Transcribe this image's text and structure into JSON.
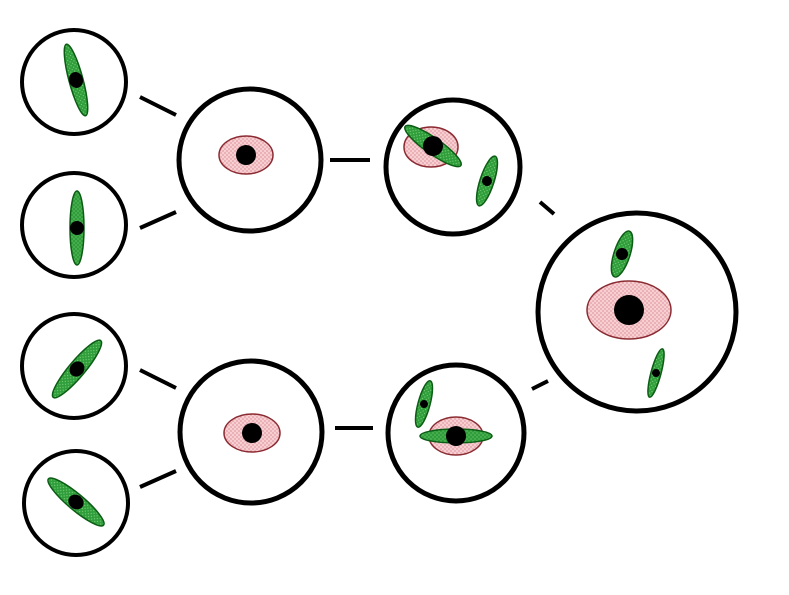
{
  "diagram": {
    "description_label": "",
    "colors": {
      "background": "#ffffff",
      "outline": "#000000",
      "spindle_fill": "#2f9e3a",
      "nucleus_fill": "#f6c7cb",
      "nucleus_stroke": "#8a2b32",
      "core_fill": "#000000"
    },
    "cells": [
      {
        "id": "small-top-1",
        "kind": "small"
      },
      {
        "id": "small-top-2",
        "kind": "small"
      },
      {
        "id": "small-bottom-1",
        "kind": "small"
      },
      {
        "id": "small-bottom-2",
        "kind": "small"
      },
      {
        "id": "merge-top",
        "kind": "medium"
      },
      {
        "id": "merge-bottom",
        "kind": "medium"
      },
      {
        "id": "fusion-top",
        "kind": "medium"
      },
      {
        "id": "fusion-bottom",
        "kind": "medium"
      },
      {
        "id": "final",
        "kind": "large"
      }
    ]
  }
}
